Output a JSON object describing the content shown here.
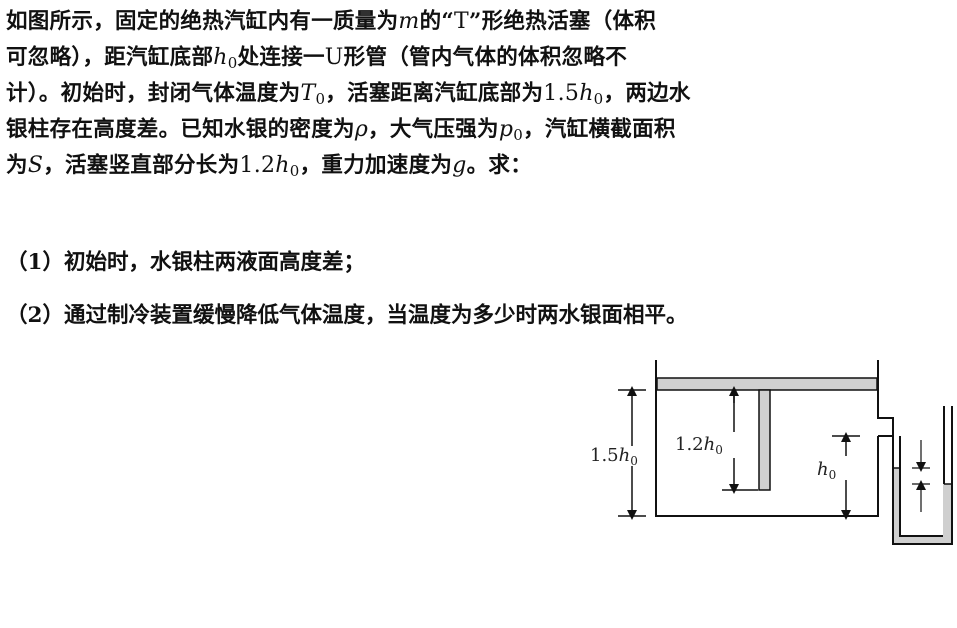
{
  "problem": {
    "line1": {
      "t1": "如图所示，固定的绝热汽缸内有一质量为",
      "m": "m",
      "t2": "的“",
      "T": "T",
      "t3": "”形绝热活塞（体积"
    },
    "line2": {
      "t1": "可忽略），距汽缸底部",
      "h": "h",
      "hsub": "0",
      "t2": "处连接一",
      "U": "U",
      "t3": "形管（管内气体的体积忽略不"
    },
    "line3": {
      "t1": "计）。初始时，封闭气体温度为",
      "T": "T",
      "Tsub": "0",
      "t2": "，活塞距离汽缸底部为",
      "coef": "1.5",
      "h": "h",
      "hsub": "0",
      "t3": "，两边水"
    },
    "line4": {
      "t1": "银柱存在高度差。已知水银的密度为",
      "rho": "ρ",
      "t2": "，大气压强为",
      "p": "p",
      "psub": "0",
      "t3": "，汽缸横截面积"
    },
    "line5": {
      "t1": "为",
      "S": "S",
      "t2": "，活塞竖直部分长为",
      "coef": "1.2",
      "h": "h",
      "hsub": "0",
      "t3": "，重力加速度为",
      "g": "g",
      "t4": "。求："
    }
  },
  "questions": {
    "q1": "（1）初始时，水银柱两液面高度差；",
    "q2": "（2）通过制冷装置缓慢降低气体温度，当温度为多少时两水银面相平。"
  },
  "figure": {
    "label_left_coef": "1.5",
    "label_mid_coef": "1.2",
    "label_h": "h",
    "label_sub": "0"
  }
}
